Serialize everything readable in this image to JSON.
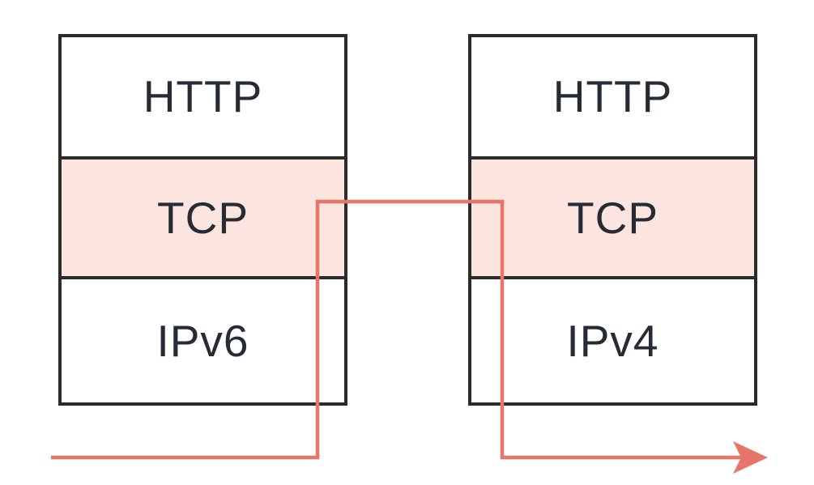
{
  "diagram": {
    "stacks": [
      {
        "name": "left-stack",
        "layers": [
          {
            "label": "HTTP",
            "fill": "#ffffff"
          },
          {
            "label": "TCP",
            "fill": "#fbe5de"
          },
          {
            "label": "IPv6",
            "fill": "#ffffff"
          }
        ]
      },
      {
        "name": "right-stack",
        "layers": [
          {
            "label": "HTTP",
            "fill": "#ffffff"
          },
          {
            "label": "TCP",
            "fill": "#fbe5de"
          },
          {
            "label": "IPv4",
            "fill": "#ffffff"
          }
        ]
      }
    ],
    "colors": {
      "box_border": "#2b2b2b",
      "tcp_highlight": "#fbe5de",
      "flow_line": "#e8756b",
      "label_text": "#262b35",
      "background": "#ffffff"
    }
  }
}
